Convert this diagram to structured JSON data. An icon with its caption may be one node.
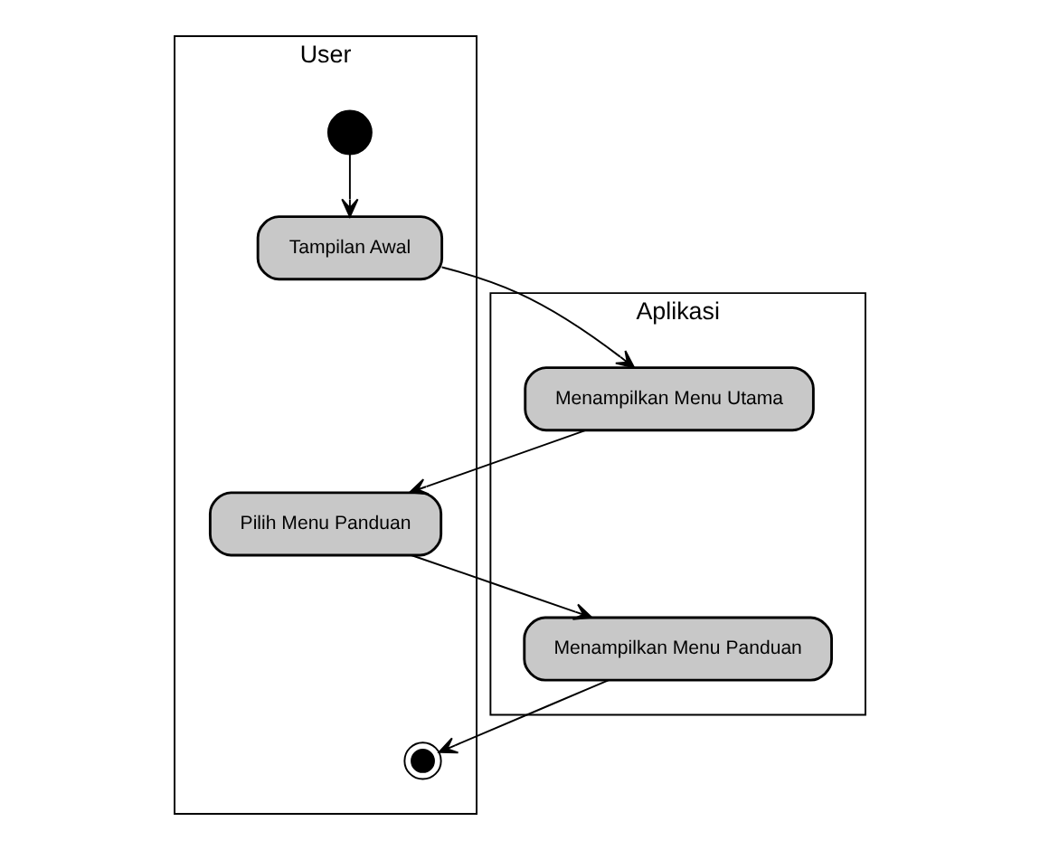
{
  "diagram": {
    "nodes": [
      {
        "text": [
          "User"
        ]
      },
      {
        "text": [
          "Aplikasi"
        ]
      },
      {
        "text": [],
        "shape": "circle",
        "in": 0
      },
      {
        "text": [
          "Tampilan Awal"
        ],
        "in": 0
      },
      {
        "text": [
          "Menampilkan Menu Utama"
        ],
        "in": 1
      },
      {
        "text": [
          "Pilih Menu Panduan"
        ],
        "in": 0
      },
      {
        "text": [
          "Menampilkan Menu Panduan"
        ],
        "in": 1
      },
      {
        "text": [],
        "shape": "circle",
        "in": 0
      }
    ],
    "edges": [
      {
        "from": 2,
        "to": 3,
        "arrow": "to"
      },
      {
        "from": 3,
        "to": 4,
        "arrow": "to"
      },
      {
        "from": 4,
        "to": 5,
        "arrow": "to"
      },
      {
        "from": 5,
        "to": 6,
        "arrow": "to"
      },
      {
        "from": 6,
        "to": 7,
        "arrow": "to"
      }
    ]
  }
}
